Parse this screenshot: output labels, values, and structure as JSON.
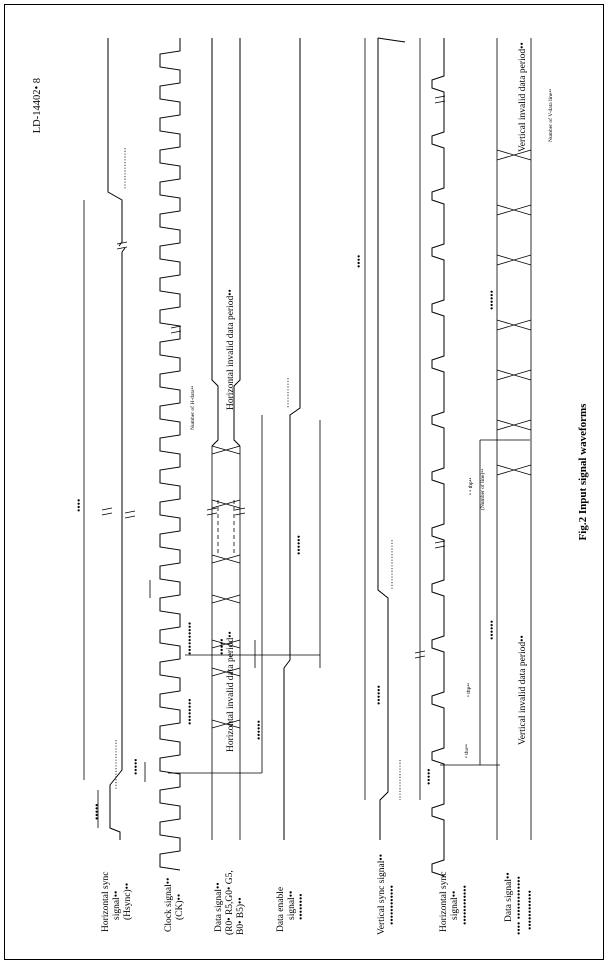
{
  "document": {
    "id": "LD-14402• 8",
    "caption": "Fig.2 Input signal waveforms"
  },
  "signals": {
    "hsync": [
      "Horizontal sync",
      "signal••",
      "(Hsync)••"
    ],
    "clock": [
      "Clock signal••",
      "(CK)••"
    ],
    "data_h": [
      "Data signal••",
      "(R0• R5,G0• G5,",
      "B0• B5)••"
    ],
    "enable": [
      "Data enable",
      "signal••",
      "••••••••"
    ],
    "vsync": [
      "Vertical sync signal••",
      "••••••••••••"
    ],
    "hsync_v": [
      "Horizontal sync",
      "signal••",
      "••••••••••••"
    ],
    "data_v": [
      "Data signal••",
      "•••• •••••••••••••",
      "••••••••••••"
    ]
  },
  "annotations": {
    "h_invalid_left": "Horizontal invalid data period••",
    "h_invalid_right": "Horizontal invalid data period••",
    "v_invalid_left": "Vertical invalid data period••",
    "v_invalid_right": "Vertical invalid data period••",
    "number_of_h_data": "Number of H-data••",
    "number_of_v_data": "Number of V-data line••",
    "number_of_line": "(Number of line)••",
    "th_left": "• tha••",
    "th_mid": "• thp••",
    "th_right": "• • thp••",
    "dots_4": "••••",
    "dots_5": "•••••",
    "dots_6": "••••••",
    "dots_8": "••••••••",
    "dots_10": "••••••••••"
  }
}
